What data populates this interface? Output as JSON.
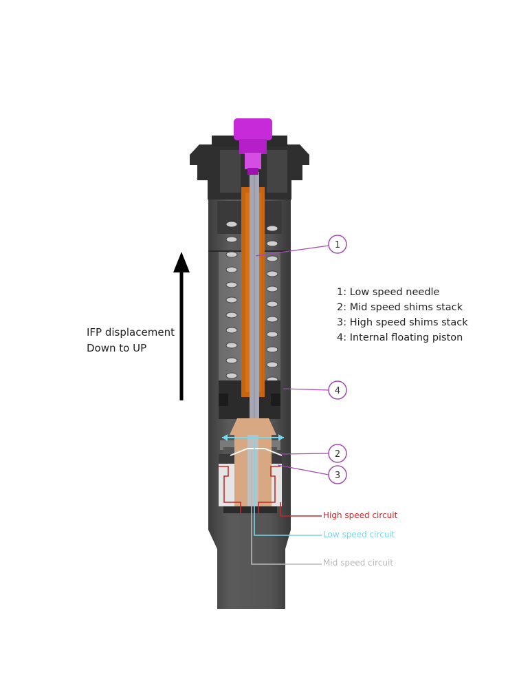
{
  "ifp": {
    "line1": "IFP displacement",
    "line2": "Down to UP"
  },
  "legend": [
    "1: Low speed needle",
    "2: Mid speed shims stack",
    "3: High speed shims stack",
    "4: Internal floating piston"
  ],
  "callouts": [
    "1",
    "2",
    "3",
    "4"
  ],
  "circuits": {
    "high": "High speed circuit",
    "low": "Low speed circuit",
    "mid": "Mid speed circuit"
  },
  "colors": {
    "body": "#4e4e4e",
    "body_dark": "#2e2e2e",
    "needle": "#c9650f",
    "shaft": "#a6a6b4",
    "cap": "#c62ad9",
    "callout": "#a24ab2",
    "high_circuit": "#c62828",
    "low_circuit": "#74d8ef",
    "mid_circuit": "#b8b8b8"
  }
}
